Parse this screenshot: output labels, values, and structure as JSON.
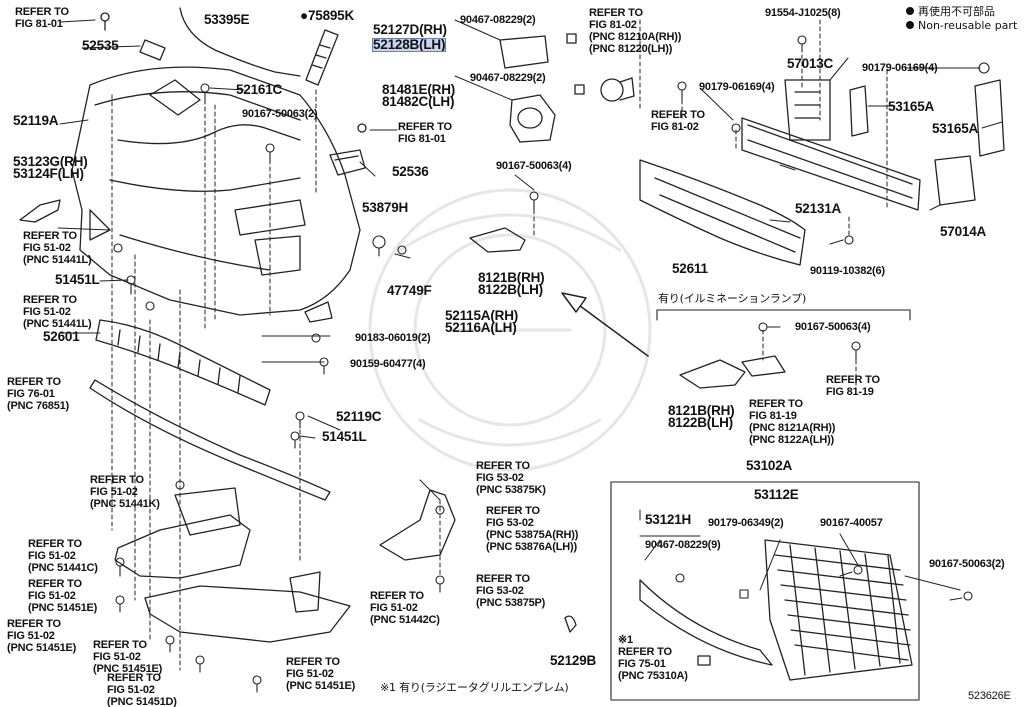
{
  "legend": {
    "items": [
      {
        "symbol": "●",
        "text": "再使用不可部品"
      },
      {
        "symbol": "●",
        "text": "Non-reusable part"
      }
    ]
  },
  "diagram_code": "523626E",
  "labels": [
    {
      "id": "l1",
      "text": "REFER TO\nFIG 81-01"
    },
    {
      "id": "l2",
      "text": "52535"
    },
    {
      "id": "l3",
      "text": "53395E"
    },
    {
      "id": "l4",
      "text": "●75895K"
    },
    {
      "id": "l5",
      "text": "52127D(RH)"
    },
    {
      "id": "l6",
      "text": "52128B(LH)"
    },
    {
      "id": "l7",
      "text": "90467-08229(2)"
    },
    {
      "id": "l8",
      "text": "REFER TO\nFIG 81-02\n(PNC 81210A(RH))\n(PNC 81220(LH))"
    },
    {
      "id": "l9",
      "text": "91554-J1025(8)"
    },
    {
      "id": "l10",
      "text": "57013C"
    },
    {
      "id": "l11",
      "text": "90179-06169(4)"
    },
    {
      "id": "l12",
      "text": "52161C"
    },
    {
      "id": "l13",
      "text": "90467-08229(2)"
    },
    {
      "id": "l14",
      "text": "81481E(RH)\n81482C(LH)"
    },
    {
      "id": "l15",
      "text": "90179-06169(4)"
    },
    {
      "id": "l16",
      "text": "53165A"
    },
    {
      "id": "l17",
      "text": "52119A"
    },
    {
      "id": "l18",
      "text": "90167-50063(2)"
    },
    {
      "id": "l19",
      "text": "REFER TO\nFIG 81-01"
    },
    {
      "id": "l20",
      "text": "REFER TO\nFIG 81-02"
    },
    {
      "id": "l21",
      "text": "53165A"
    },
    {
      "id": "l22",
      "text": "53123G(RH)\n53124F(LH)"
    },
    {
      "id": "l23",
      "text": "52536"
    },
    {
      "id": "l24",
      "text": "90167-50063(4)"
    },
    {
      "id": "l25",
      "text": "52131A"
    },
    {
      "id": "l26",
      "text": "57014A"
    },
    {
      "id": "l27",
      "text": "53879H"
    },
    {
      "id": "l28",
      "text": "REFER TO\nFIG 51-02\n(PNC 51441L)"
    },
    {
      "id": "l29",
      "text": "8121B(RH)\n8122B(LH)"
    },
    {
      "id": "l30",
      "text": "52611"
    },
    {
      "id": "l31",
      "text": "90119-10382(6)"
    },
    {
      "id": "l32",
      "text": "51451L"
    },
    {
      "id": "l33",
      "text": "47749F"
    },
    {
      "id": "l34",
      "text": "有り(イルミネーションランプ)"
    },
    {
      "id": "l35",
      "text": "REFER TO\nFIG 51-02\n(PNC 51441L)"
    },
    {
      "id": "l36",
      "text": "52115A(RH)\n52116A(LH)"
    },
    {
      "id": "l37",
      "text": "90183-06019(2)"
    },
    {
      "id": "l38",
      "text": "90167-50063(4)"
    },
    {
      "id": "l39",
      "text": "52601"
    },
    {
      "id": "l40",
      "text": "90159-60477(4)"
    },
    {
      "id": "l41",
      "text": "REFER TO\nFIG 81-19"
    },
    {
      "id": "l42",
      "text": "REFER TO\nFIG 76-01\n(PNC 76851)"
    },
    {
      "id": "l43",
      "text": "52119C"
    },
    {
      "id": "l44",
      "text": "51451L"
    },
    {
      "id": "l45",
      "text": "8121B(RH)\n8122B(LH)"
    },
    {
      "id": "l46",
      "text": "REFER TO\nFIG 81-19\n(PNC 8121A(RH))\n(PNC 8122A(LH))"
    },
    {
      "id": "l47",
      "text": "REFER TO\nFIG 53-02\n(PNC 53875K)"
    },
    {
      "id": "l48",
      "text": "53102A"
    },
    {
      "id": "l49",
      "text": "REFER TO\nFIG 51-02\n(PNC 51441K)"
    },
    {
      "id": "l50",
      "text": "53112E"
    },
    {
      "id": "l51",
      "text": "REFER TO\nFIG 53-02\n(PNC 53875A(RH))\n(PNC 53876A(LH))"
    },
    {
      "id": "l52",
      "text": "53121H"
    },
    {
      "id": "l53",
      "text": "90179-06349(2)"
    },
    {
      "id": "l54",
      "text": "90167-40057"
    },
    {
      "id": "l55",
      "text": "REFER TO\nFIG 51-02\n(PNC 51441C)"
    },
    {
      "id": "l56",
      "text": "90467-08229(9)"
    },
    {
      "id": "l57",
      "text": "90167-50063(2)"
    },
    {
      "id": "l58",
      "text": "REFER TO\nFIG 51-02\n(PNC 51451E)"
    },
    {
      "id": "l59",
      "text": "REFER TO\nFIG 53-02\n(PNC 53875P)"
    },
    {
      "id": "l60",
      "text": "REFER TO\nFIG 51-02\n(PNC 51442C)"
    },
    {
      "id": "l61",
      "text": "REFER TO\nFIG 51-02\n(PNC 51451E)"
    },
    {
      "id": "l62",
      "text": "REFER TO\nFIG 51-02\n(PNC 51451E)"
    },
    {
      "id": "l63",
      "text": "※1\nREFER TO\nFIG 75-01\n(PNC 75310A)"
    },
    {
      "id": "l64",
      "text": "52129B"
    },
    {
      "id": "l65",
      "text": "REFER TO\nFIG 51-02\n(PNC 51451E)"
    },
    {
      "id": "l66",
      "text": "REFER TO\nFIG 51-02\n(PNC 51451D)"
    },
    {
      "id": "l67",
      "text": "※1 有り(ラジエータグリルエンブレム)"
    }
  ]
}
